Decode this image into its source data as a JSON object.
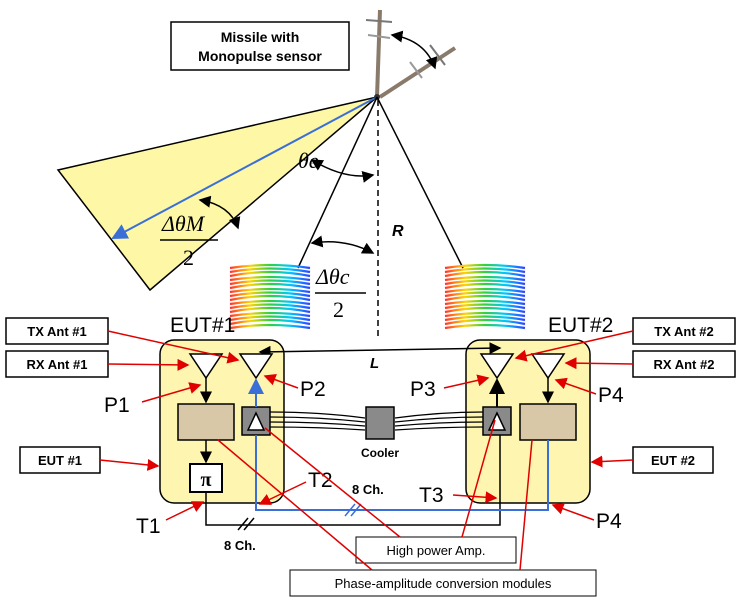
{
  "labels": {
    "missile_line1": "Missile with",
    "missile_line2": "Monopulse sensor",
    "theta_e": "θe",
    "delta_theta_m_num": "ΔθM",
    "delta_theta_m_den": "2",
    "delta_theta_c_num": "Δθc",
    "delta_theta_c_den": "2",
    "R": "R",
    "L": "L",
    "eut1_top": "EUT#1",
    "eut2_top": "EUT#2",
    "tx_ant1": "TX Ant #1",
    "rx_ant1": "RX Ant #1",
    "tx_ant2": "TX Ant #2",
    "rx_ant2": "RX Ant #2",
    "eut1_box": "EUT #1",
    "eut2_box": "EUT #2",
    "p1": "P1",
    "p2": "P2",
    "p3": "P3",
    "p4": "P4",
    "p4_lower": "P4",
    "t1": "T1",
    "t2": "T2",
    "t3": "T3",
    "pi": "π",
    "ch8_top": "8 Ch.",
    "ch8_bottom": "8 Ch.",
    "cooler": "Cooler",
    "hpa": "High power Amp.",
    "pacm": "Phase-amplitude conversion modules"
  },
  "colors": {
    "beam_fill": "#fdf7a6",
    "eut_fill": "#fdf5b0",
    "module_fill": "#d8c8a8",
    "cooler_fill": "#8a8a8a",
    "annotation_red": "#e00000",
    "signal_blue": "#3a6fd8"
  }
}
